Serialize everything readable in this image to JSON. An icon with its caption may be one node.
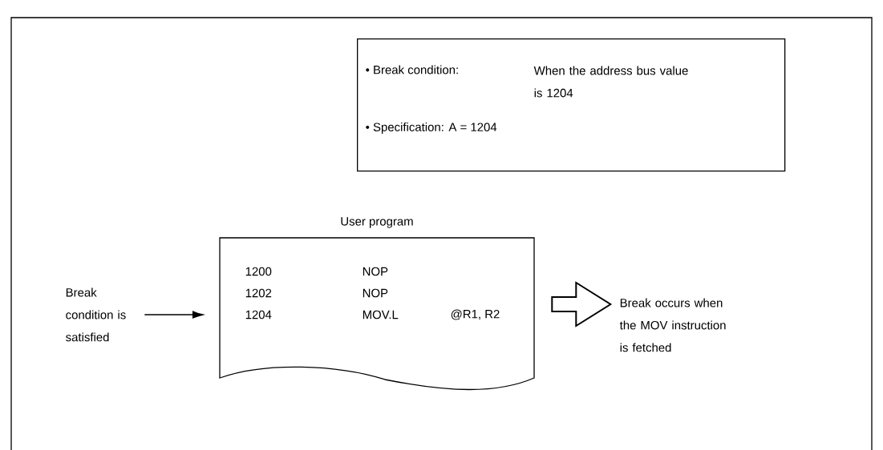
{
  "diagram": {
    "nodes": [
      {
        "text": [
          "• Break condition:",
          "When the address bus value is 1204",
          "• Specification:  A = 1204"
        ]
      },
      {
        "text": [
          "User program",
          "1200",
          "NOP",
          "1202",
          "NOP",
          "1204",
          "MOV.L",
          "@R1, R2"
        ]
      },
      {
        "text": [
          "Break condition is satisfied"
        ]
      },
      {
        "text": [
          "Break occurs when the MOV instruction is fetched"
        ]
      }
    ],
    "edges": [
      {
        "from": 2,
        "to": 1,
        "arrow": "to"
      },
      {
        "from": 1,
        "to": 3,
        "arrow": "to",
        "style": "thick"
      }
    ]
  }
}
